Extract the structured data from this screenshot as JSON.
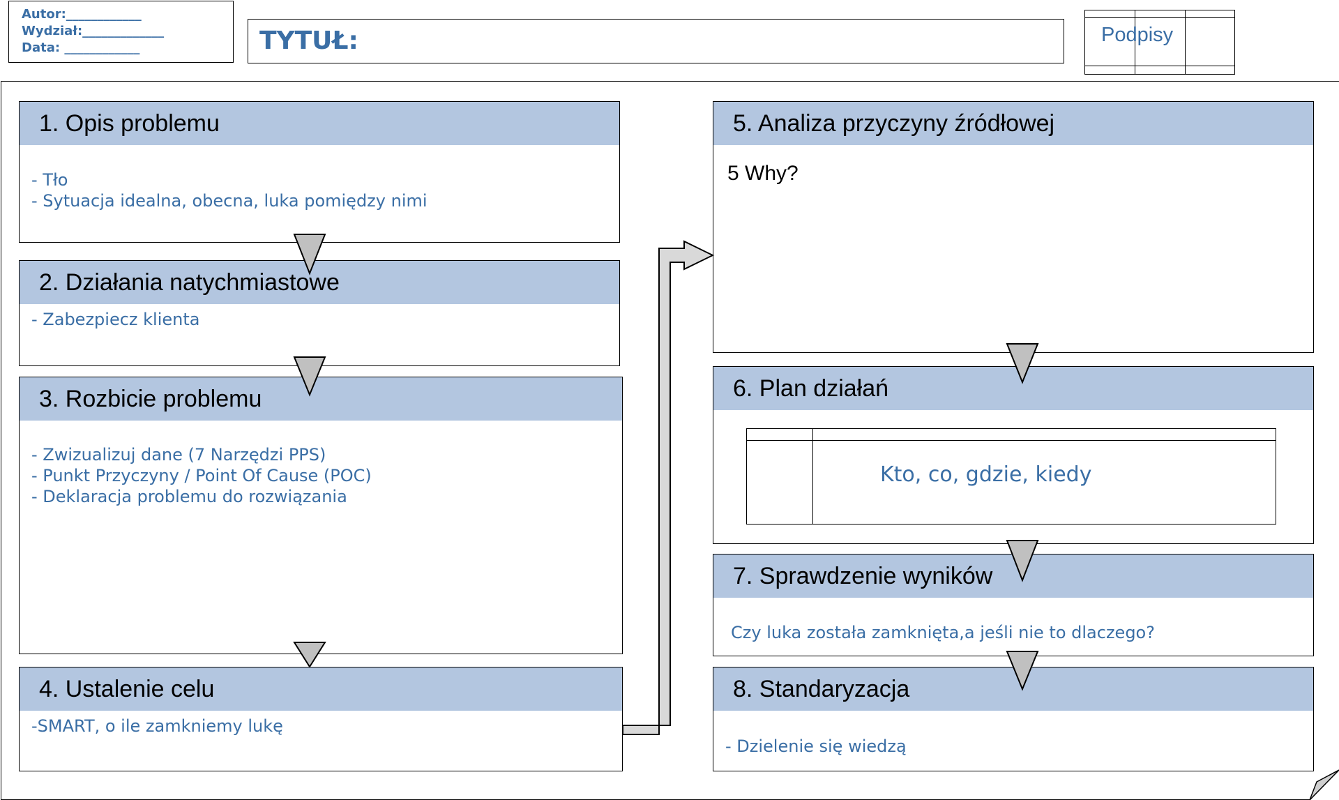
{
  "header": {
    "meta": {
      "author_label": "Autor:",
      "department_label": "Wydział:",
      "date_label": "Data:"
    },
    "title_label": "TYTUŁ:",
    "signatures_label": "Podpisy"
  },
  "panels": [
    {
      "title": "1. Opis problemu",
      "lines": "- Tło\n- Sytuacja idealna, obecna, luka pomiędzy nimi"
    },
    {
      "title": "2. Działania natychmiastowe",
      "lines": "- Zabezpiecz klienta"
    },
    {
      "title": "3. Rozbicie problemu",
      "lines": "- Zwizualizuj dane (7 Narzędzi PPS)\n- Punkt Przyczyny / Point Of Cause (POC)\n- Deklaracja problemu do rozwiązania"
    },
    {
      "title": "4. Ustalenie celu",
      "lines": "-SMART, o ile zamkniemy lukę"
    },
    {
      "title": "5. Analiza przyczyny źródłowej",
      "lines": "5 Why?"
    },
    {
      "title": "6. Plan działań",
      "table_text": "Kto, co, gdzie, kiedy"
    },
    {
      "title": "7. Sprawdzenie wyników",
      "lines": "Czy luka została zamknięta,a jeśli nie to dlaczego?"
    },
    {
      "title": "8. Standaryzacja",
      "lines": "- Dzielenie się wiedzą"
    }
  ],
  "colors": {
    "panel_header": "#b3c6e0",
    "text_blue": "#3a6ea5",
    "arrow_fill": "#c0c0c0",
    "connector_fill": "#d9d9d9"
  }
}
